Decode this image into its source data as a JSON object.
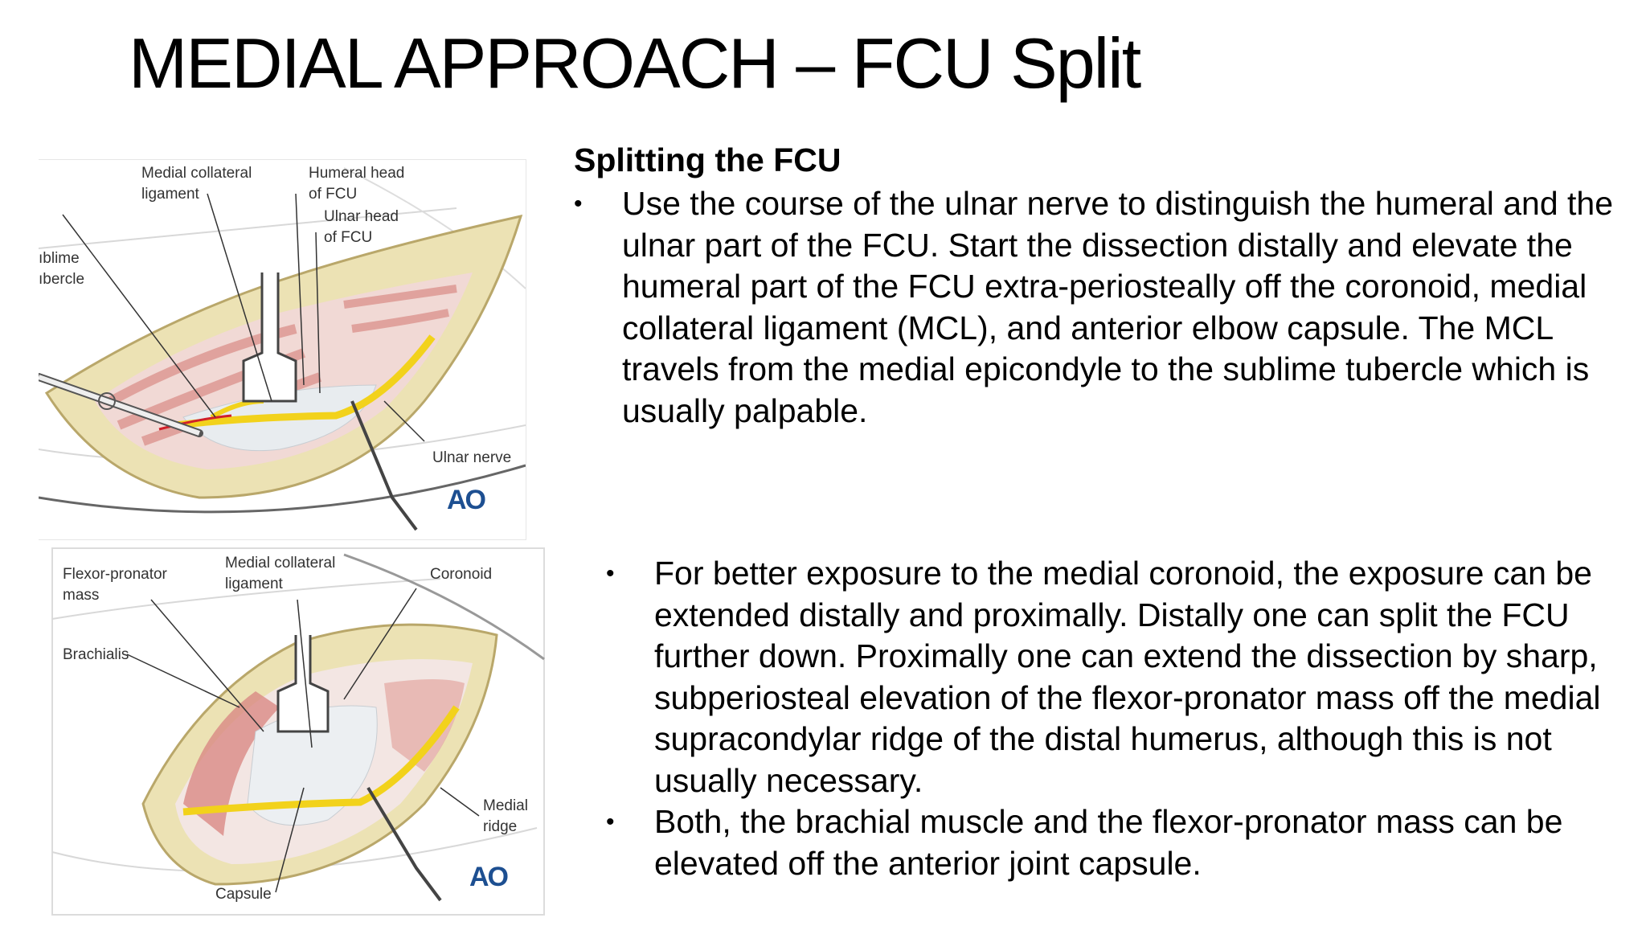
{
  "title": "MEDIAL APPROACH – FCU Split",
  "figure1": {
    "labels": {
      "mcl": "Medial collateral\nligament",
      "humeral_head": "Humeral head\nof FCU",
      "ulnar_head": "Ulnar head\nof FCU",
      "sublime": "ıblime\nıbercle",
      "ulnar_nerve": "Ulnar nerve"
    },
    "logo": "AO"
  },
  "figure2": {
    "labels": {
      "flexor_pronator": "Flexor-pronator\nmass",
      "mcl": "Medial collateral\nligament",
      "coronoid": "Coronoid",
      "brachialis": "Brachialis",
      "medial_ridge": "Medial\nridge",
      "capsule": "Capsule"
    },
    "logo": "AO"
  },
  "section": {
    "heading": "Splitting the FCU",
    "bullet_symbol": "•",
    "bullet1": "Use the course of the ulnar nerve to distinguish the humeral and the ulnar part of the FCU. Start the dissection distally and elevate the humeral part of the FCU extra-periosteally off the coronoid, medial collateral ligament (MCL), and anterior elbow capsule. The MCL travels from the medial epicondyle to the sublime tubercle which is usually palpable.",
    "bullet2": "For better exposure to the medial coronoid, the exposure can be extended distally and proximally. Distally one can split the FCU further down. Proximally one can extend the dissection by sharp, subperiosteal elevation of the flexor-pronator mass off the medial supracondylar ridge of the distal humerus, although this is not usually necessary.",
    "bullet3": "Both, the brachial muscle and the flexor-pronator mass can be elevated off the anterior joint capsule."
  },
  "colors": {
    "nerve": "#f2d21b",
    "muscle": "#d98a84",
    "fat": "#ece2b4",
    "ao_blue": "#1d4f91"
  }
}
